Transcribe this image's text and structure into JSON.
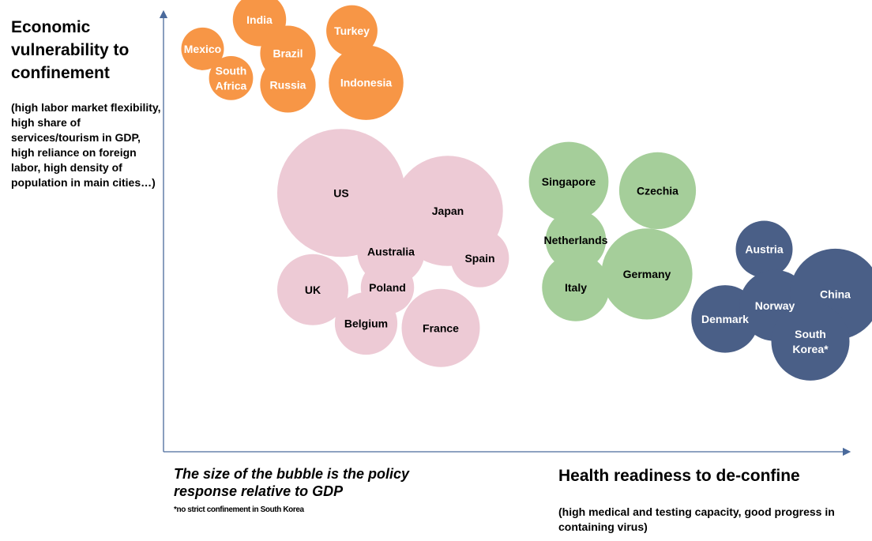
{
  "chart_data": {
    "type": "scatter",
    "title": "",
    "ylabel": "Economic vulnerability to confinement",
    "ylabel_note": "(high labor market flexibility, high share of services/tourism in GDP, high reliance on foreign labor, high density of population in main cities…)",
    "xlabel": "Health readiness to de-confine",
    "xlabel_note": "(high medical and testing capacity, good progress in containing virus)",
    "size_note": "The size of the bubble is the policy response relative to GDP",
    "footnote": "*no strict confinement in South Korea",
    "grid": false,
    "groups": {
      "orange": "#F79646",
      "pink": "#EDCAD5",
      "green": "#A5CE9A",
      "blue": "#4A5F87"
    },
    "points": [
      {
        "label": "India",
        "group": "orange",
        "x": 1.35,
        "y": 9.6,
        "r": 0.75
      },
      {
        "label": "Turkey",
        "group": "orange",
        "x": 2.65,
        "y": 9.35,
        "r": 0.72
      },
      {
        "label": "Mexico",
        "group": "orange",
        "x": 0.55,
        "y": 8.95,
        "r": 0.6
      },
      {
        "label": "Brazil",
        "group": "orange",
        "x": 1.75,
        "y": 8.85,
        "r": 0.78
      },
      {
        "label": "South\nAfrica",
        "group": "orange",
        "x": 0.95,
        "y": 8.3,
        "r": 0.62
      },
      {
        "label": "Russia",
        "group": "orange",
        "x": 1.75,
        "y": 8.15,
        "r": 0.78
      },
      {
        "label": "Indonesia",
        "group": "orange",
        "x": 2.85,
        "y": 8.2,
        "r": 1.05
      },
      {
        "label": "US",
        "group": "pink",
        "x": 2.5,
        "y": 5.75,
        "r": 1.8
      },
      {
        "label": "Japan",
        "group": "pink",
        "x": 4.0,
        "y": 5.35,
        "r": 1.55
      },
      {
        "label": "Australia",
        "group": "pink",
        "x": 3.2,
        "y": 4.45,
        "r": 0.95
      },
      {
        "label": "Spain",
        "group": "pink",
        "x": 4.45,
        "y": 4.3,
        "r": 0.82
      },
      {
        "label": "UK",
        "group": "pink",
        "x": 2.1,
        "y": 3.6,
        "r": 1.0
      },
      {
        "label": "Poland",
        "group": "pink",
        "x": 3.15,
        "y": 3.65,
        "r": 0.75
      },
      {
        "label": "Belgium",
        "group": "pink",
        "x": 2.85,
        "y": 2.85,
        "r": 0.88
      },
      {
        "label": "France",
        "group": "pink",
        "x": 3.9,
        "y": 2.75,
        "r": 1.1
      },
      {
        "label": "Singapore",
        "group": "green",
        "x": 5.7,
        "y": 6.0,
        "r": 1.12
      },
      {
        "label": "Czechia",
        "group": "green",
        "x": 6.95,
        "y": 5.8,
        "r": 1.08
      },
      {
        "label": "Netherlands",
        "group": "green",
        "x": 5.8,
        "y": 4.7,
        "r": 0.85
      },
      {
        "label": "Italy",
        "group": "green",
        "x": 5.8,
        "y": 3.65,
        "r": 0.95
      },
      {
        "label": "Germany",
        "group": "green",
        "x": 6.8,
        "y": 3.95,
        "r": 1.28
      },
      {
        "label": "Austria",
        "group": "blue",
        "x": 8.45,
        "y": 4.5,
        "r": 0.8
      },
      {
        "label": "Denmark",
        "group": "blue",
        "x": 7.9,
        "y": 2.95,
        "r": 0.95
      },
      {
        "label": "Norway",
        "group": "blue",
        "x": 8.6,
        "y": 3.25,
        "r": 1.0
      },
      {
        "label": "China",
        "group": "blue",
        "x": 9.45,
        "y": 3.5,
        "r": 1.28
      },
      {
        "label": "South\nKorea*",
        "group": "blue",
        "x": 9.1,
        "y": 2.45,
        "r": 1.1
      }
    ]
  }
}
